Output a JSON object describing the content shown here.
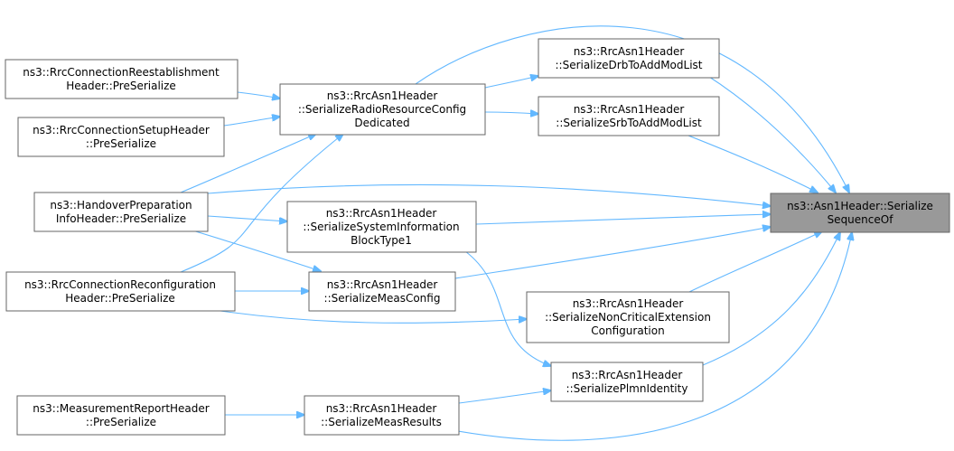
{
  "nodes": {
    "root": [
      "ns3::Asn1Header::Serialize",
      "SequenceOf"
    ],
    "drb": [
      "ns3::RrcAsn1Header",
      "::SerializeDrbToAddModList"
    ],
    "srb": [
      "ns3::RrcAsn1Header",
      "::SerializeSrbToAddModList"
    ],
    "rrc_cfg": [
      "ns3::RrcAsn1Header",
      "::SerializeRadioResourceConfig",
      "Dedicated"
    ],
    "sib": [
      "ns3::RrcAsn1Header",
      "::SerializeSystemInformation",
      "BlockType1"
    ],
    "meas_cfg": [
      "ns3::RrcAsn1Header",
      "::SerializeMeasConfig"
    ],
    "noncrit": [
      "ns3::RrcAsn1Header",
      "::SerializeNonCriticalExtension",
      "Configuration"
    ],
    "plmn": [
      "ns3::RrcAsn1Header",
      "::SerializePlmnIdentity"
    ],
    "meas_res": [
      "ns3::RrcAsn1Header",
      "::SerializeMeasResults"
    ],
    "reest": [
      "ns3::RrcConnectionReestablishment",
      "Header::PreSerialize"
    ],
    "setup": [
      "ns3::RrcConnectionSetupHeader",
      "::PreSerialize"
    ],
    "handover": [
      "ns3::HandoverPreparation",
      "InfoHeader::PreSerialize"
    ],
    "reconf": [
      "ns3::RrcConnectionReconfiguration",
      "Header::PreSerialize"
    ],
    "mreport": [
      "ns3::MeasurementReportHeader",
      "::PreSerialize"
    ]
  },
  "colors": {
    "edge": "#63b8ff",
    "node_border": "#666666",
    "root_fill": "#999999",
    "node_fill": "#ffffff"
  }
}
